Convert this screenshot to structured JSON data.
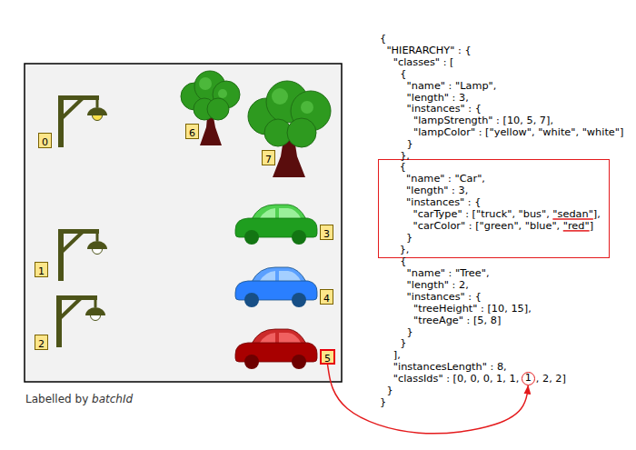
{
  "diagram": {
    "caption": "Labelled by batchId",
    "nodes": [
      {
        "text": [
          "0"
        ]
      },
      {
        "text": [
          "1"
        ]
      },
      {
        "text": [
          "2"
        ]
      },
      {
        "text": [
          "3"
        ]
      },
      {
        "text": [
          "4"
        ]
      },
      {
        "text": [
          "5"
        ]
      },
      {
        "text": [
          "6"
        ]
      },
      {
        "text": [
          "7"
        ]
      },
      {
        "text": [
          "{",
          "\"name\" : \"Car\",",
          "\"length\" : 3,",
          "\"instances\" : {",
          "\"carType\" : [\"truck\", \"bus\", \"sedan\"],",
          "\"carColor\" : [\"green\", \"blue\", \"red\"]",
          "}",
          "},"
        ]
      },
      {
        "text": [
          "1"
        ]
      }
    ],
    "edges": [
      {
        "from": 5,
        "to": 9,
        "arrow": "to"
      }
    ],
    "labels": [
      "{",
      "\"HIERARCHY\" : {",
      "\"classes\" : [",
      "{",
      "\"name\" : \"Lamp\",",
      "\"length\" : 3,",
      "\"instances\" : {",
      "\"lampStrength\" : [10, 5, 7],",
      "\"lampColor\" : [\"yellow\", \"white\", \"white\"]",
      "}",
      "},",
      "{",
      "\"name\" : \"Tree\",",
      "\"length\" : 2,",
      "\"instances\" : {",
      "\"treeHeight\" : [10, 15],",
      "\"treeAge\" : [5, 8]",
      "}",
      "}",
      "],",
      "\"instancesLength\" : 8,",
      "\"classIds\" : [0, 0, 0, 1, 1,",
      ", 2, 2]",
      "}",
      "}"
    ]
  }
}
